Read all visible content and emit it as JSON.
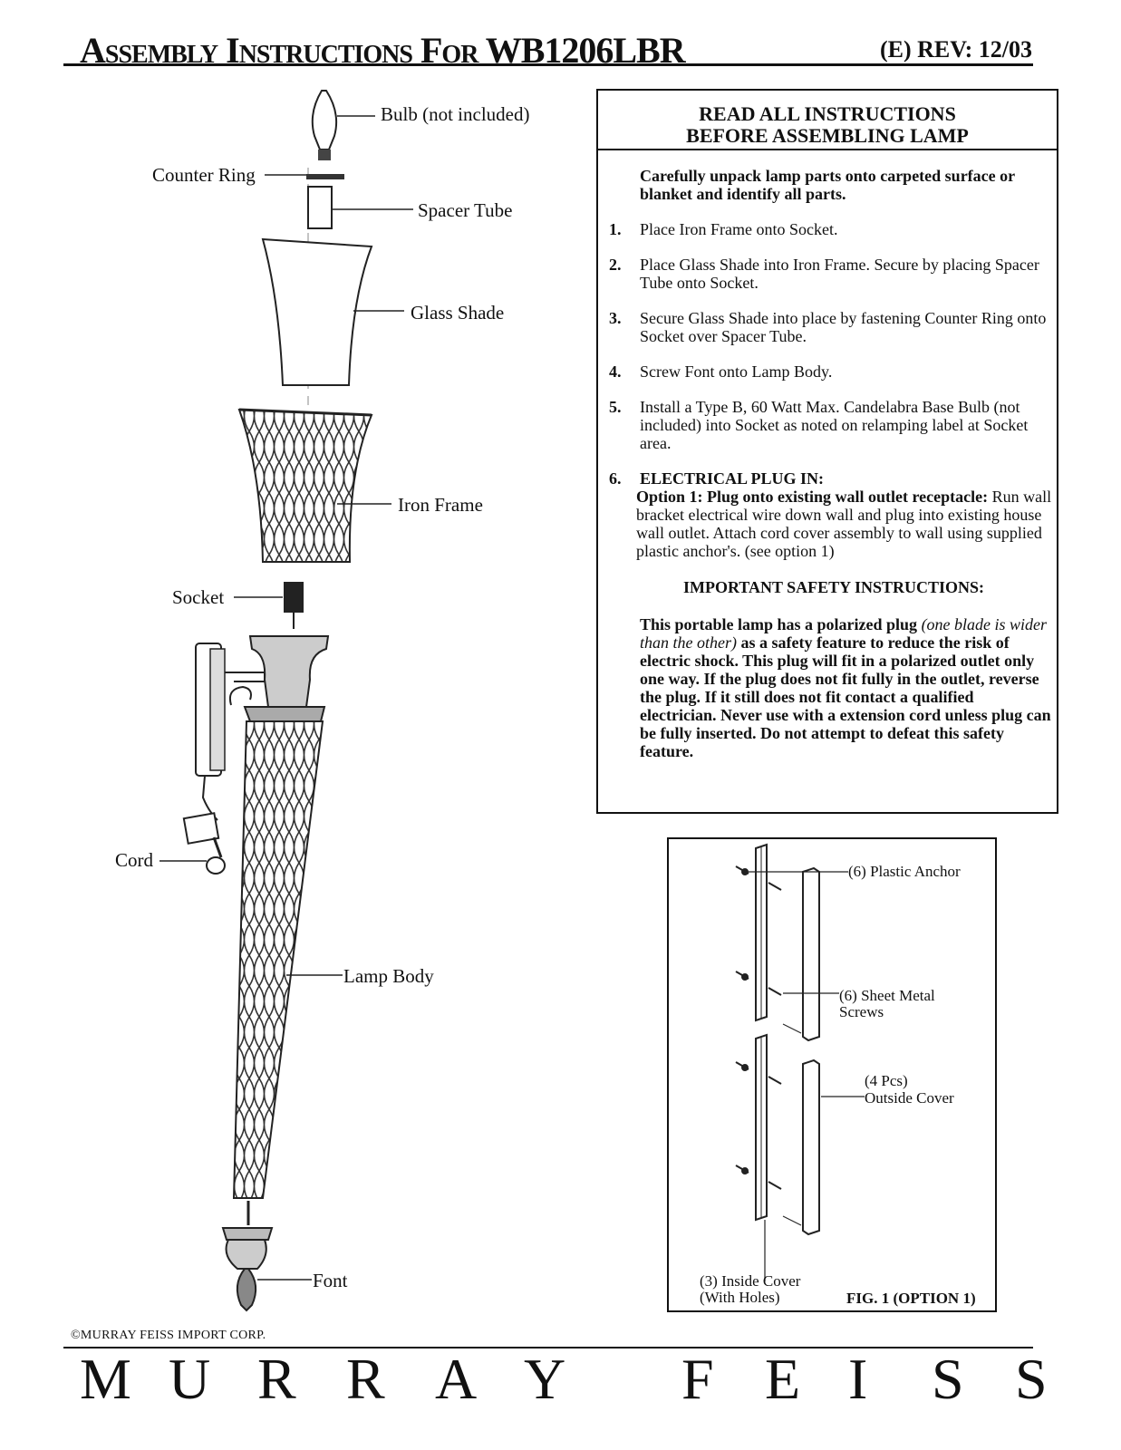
{
  "header": {
    "title": "Assembly Instructions For WB1206LBR",
    "revision": "(E) REV:  12/03"
  },
  "diagram": {
    "labels": {
      "bulb": "Bulb (not included)",
      "counter_ring": "Counter Ring",
      "spacer_tube": "Spacer Tube",
      "glass_shade": "Glass Shade",
      "iron_frame": "Iron Frame",
      "socket": "Socket",
      "cord": "Cord",
      "lamp_body": "Lamp Body",
      "font": "Font"
    }
  },
  "instructions": {
    "heading_line1": "READ ALL INSTRUCTIONS",
    "heading_line2": "BEFORE ASSEMBLING LAMP",
    "intro": "Carefully unpack lamp parts onto carpeted surface or blanket and identify all parts.",
    "steps": [
      {
        "num": "1.",
        "text": "Place Iron Frame onto Socket."
      },
      {
        "num": "2.",
        "text": "Place Glass Shade into Iron Frame. Secure by placing Spacer Tube onto Socket."
      },
      {
        "num": "3.",
        "text": "Secure Glass Shade into place by fastening Counter Ring onto Socket over Spacer Tube."
      },
      {
        "num": "4.",
        "text": "Screw Font onto Lamp Body."
      },
      {
        "num": "5.",
        "text": "Install a Type B, 60 Watt Max. Candelabra Base Bulb (not included) into Socket as noted on relamping label at Socket area."
      }
    ],
    "step6": {
      "num": "6.",
      "title": "ELECTRICAL PLUG IN:",
      "option_title": "Option 1: Plug onto existing wall outlet receptacle:",
      "option_text": "Run wall bracket electrical wire down wall and plug into existing house wall outlet. Attach cord cover assembly to wall using supplied plastic anchor's. (see option 1)"
    },
    "safety_title": "IMPORTANT SAFETY INSTRUCTIONS:",
    "safety_part1": "This portable lamp has a polarized plug",
    "safety_italic": "(one blade is wider than the other)",
    "safety_part2": "as a safety feature to reduce the risk of electric shock. This plug will fit in a polarized outlet only one way. If the plug does not fit fully in the outlet, reverse the plug. If it still does not fit contact a qualified electrician. Never use with a extension cord unless plug can be fully inserted. Do not attempt to defeat this safety feature."
  },
  "figure": {
    "plastic_anchor": "(6) Plastic Anchor",
    "sheet_metal_1": "(6) Sheet Metal",
    "sheet_metal_2": "Screws",
    "outside_cover_1": "(4 Pcs)",
    "outside_cover_2": "Outside Cover",
    "inside_cover_1": "(3) Inside Cover",
    "inside_cover_2": "(With Holes)",
    "caption": "FIG. 1  (OPTION 1)"
  },
  "footer": {
    "copyright": "©MURRAY FEISS IMPORT CORP.",
    "brand_left": [
      "M",
      "U",
      "R",
      "R",
      "A",
      "Y"
    ],
    "brand_right": [
      "F",
      "E",
      "I",
      "S",
      "S"
    ]
  }
}
